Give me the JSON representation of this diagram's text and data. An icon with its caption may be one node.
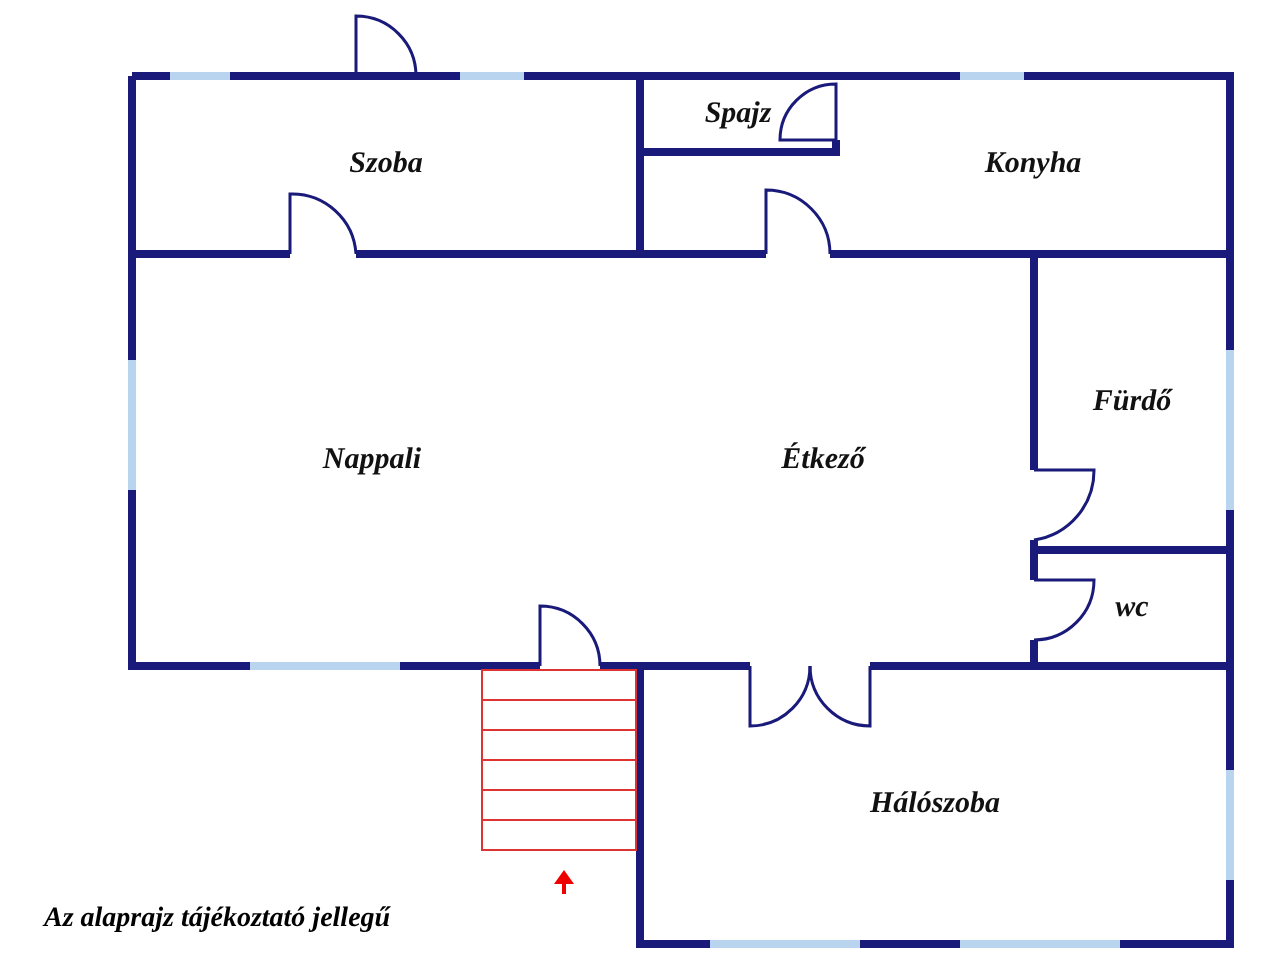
{
  "diagram": {
    "nodes": [
      {
        "text": [
          "Szoba"
        ]
      },
      {
        "text": [
          "Konyha"
        ]
      },
      {
        "text": [
          "Spajz"
        ],
        "in": 1
      },
      {
        "text": [
          "Nappali"
        ]
      },
      {
        "text": [
          "Étkező"
        ]
      },
      {
        "text": [
          "Fürdő"
        ]
      },
      {
        "text": [
          "wc"
        ]
      },
      {
        "text": [
          "Hálószoba"
        ]
      }
    ],
    "labels": [
      "Az alaprajz tájékoztató jellegű"
    ]
  }
}
